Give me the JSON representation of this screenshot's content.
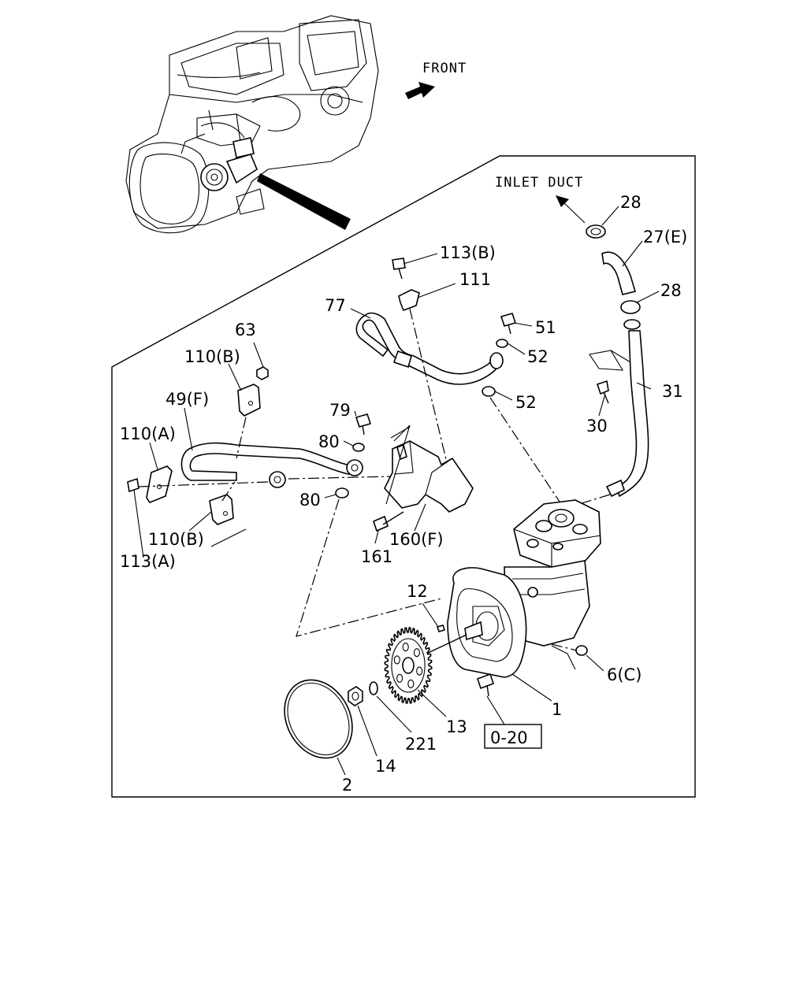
{
  "labels": {
    "front": "FRONT",
    "inlet_duct": "INLET DUCT",
    "ref_box": "0-20",
    "parts": {
      "p28a": "28",
      "p27e": "27(E)",
      "p28b": "28",
      "p113b": "113(B)",
      "p111": "111",
      "p77": "77",
      "p51": "51",
      "p52a": "52",
      "p52b": "52",
      "p63": "63",
      "p110b_top": "110(B)",
      "p49f": "49(F)",
      "p79": "79",
      "p80a": "80",
      "p80b": "80",
      "p110a": "110(A)",
      "p110b_bot": "110(B)",
      "p113a": "113(A)",
      "p161": "161",
      "p160f": "160(F)",
      "p31": "31",
      "p30": "30",
      "p12": "12",
      "p6c": "6(C)",
      "p1": "1",
      "p13": "13",
      "p221": "221",
      "p14": "14",
      "p2": "2"
    }
  },
  "icons": {
    "front_arrow": "arrow-icon",
    "inlet_arrow": "arrow-icon"
  }
}
